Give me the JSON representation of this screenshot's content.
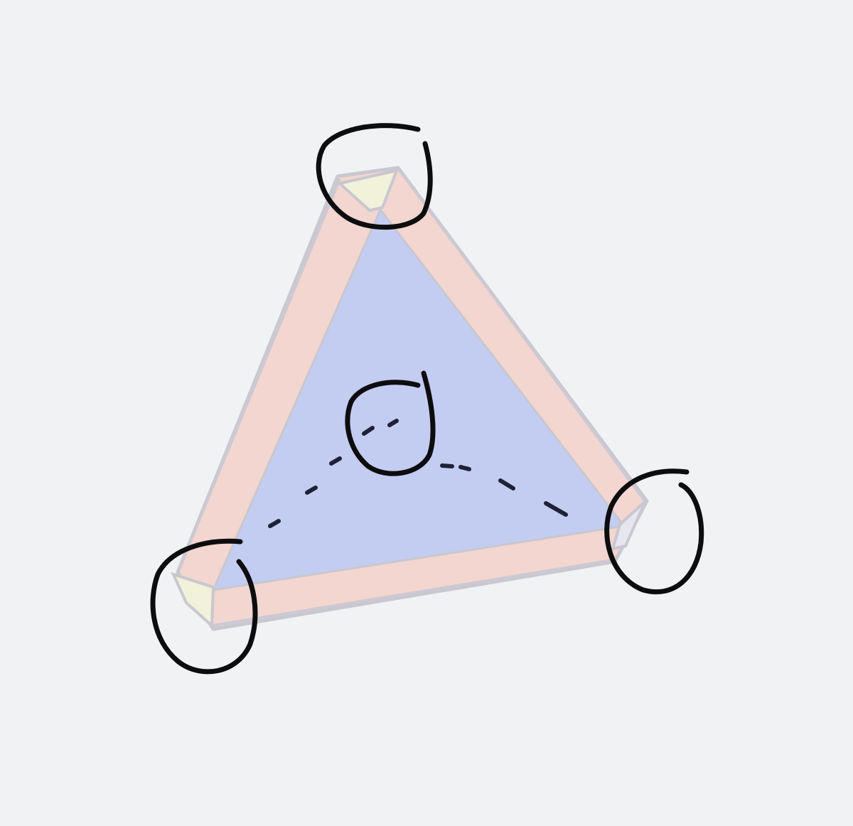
{
  "colors": {
    "background": "#f1f2f4",
    "face": "#c3cdf1",
    "frame": "#f2d6cf",
    "frame_edge": "#c9c7cf",
    "corner_cap": "#f2f1d9",
    "ink": "#0d0d0f",
    "hidden_edge": "#1e2236"
  },
  "diagram": {
    "shape": "triangular-pyramid",
    "vertex_markers": 3,
    "apex_marker": 1,
    "hidden_edges": 2
  }
}
